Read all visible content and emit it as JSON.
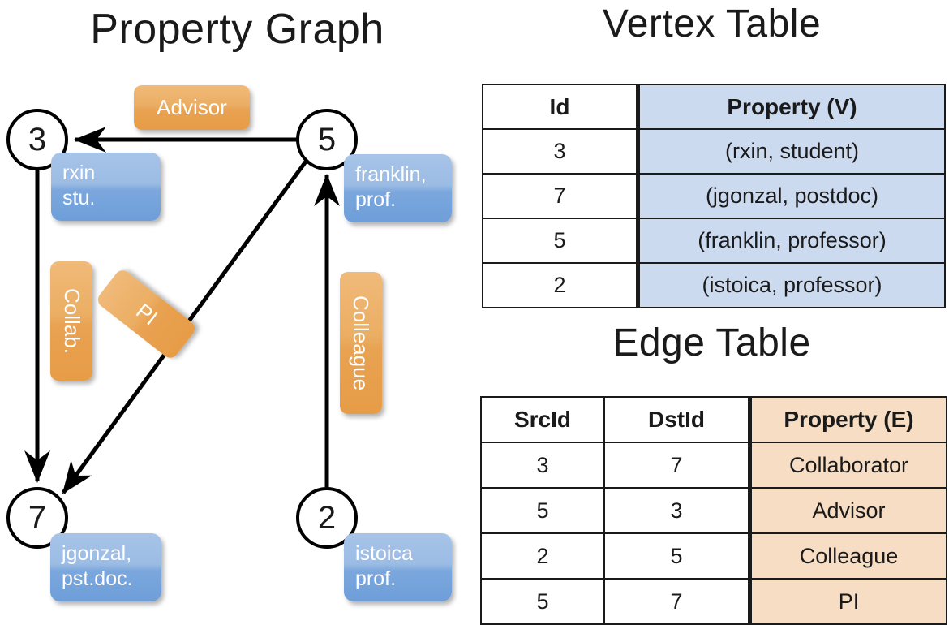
{
  "titles": {
    "property_graph": "Property Graph",
    "vertex_table": "Vertex Table",
    "edge_table": "Edge Table"
  },
  "graph": {
    "nodes": [
      {
        "id": "3",
        "property_label": "rxin\nstu."
      },
      {
        "id": "5",
        "property_label": "franklin,\nprof."
      },
      {
        "id": "7",
        "property_label": "jgonzal,\npst.doc."
      },
      {
        "id": "2",
        "property_label": "istoica\nprof."
      }
    ],
    "node_ids": {
      "n3": "3",
      "n5": "5",
      "n7": "7",
      "n2": "2"
    },
    "vertex_props": {
      "rxin_line1": "rxin",
      "rxin_line2": "stu.",
      "franklin_line1": "franklin,",
      "franklin_line2": "prof.",
      "jgonzal_line1": "jgonzal,",
      "jgonzal_line2": "pst.doc.",
      "istoica_line1": "istoica",
      "istoica_line2": "prof."
    },
    "edge_labels": {
      "advisor": "Advisor",
      "collab": "Collab.",
      "pi": "PI",
      "colleague": "Colleague"
    },
    "edges": [
      {
        "from": "5",
        "to": "3",
        "label": "Advisor"
      },
      {
        "from": "3",
        "to": "7",
        "label": "Collab."
      },
      {
        "from": "5",
        "to": "7",
        "label": "PI"
      },
      {
        "from": "2",
        "to": "5",
        "label": "Colleague"
      }
    ]
  },
  "vertex_table": {
    "headers": [
      "Id",
      "Property (V)"
    ],
    "rows": [
      {
        "id": "3",
        "property": "(rxin, student)"
      },
      {
        "id": "7",
        "property": "(jgonzal, postdoc)"
      },
      {
        "id": "5",
        "property": "(franklin, professor)"
      },
      {
        "id": "2",
        "property": "(istoica, professor)"
      }
    ]
  },
  "edge_table": {
    "headers": [
      "SrcId",
      "DstId",
      "Property (E)"
    ],
    "rows": [
      {
        "src": "3",
        "dst": "7",
        "property": "Collaborator"
      },
      {
        "src": "5",
        "dst": "3",
        "property": "Advisor"
      },
      {
        "src": "2",
        "dst": "5",
        "property": "Colleague"
      },
      {
        "src": "5",
        "dst": "7",
        "property": "PI"
      }
    ]
  },
  "colors": {
    "vertex_box": "#8cb3e0",
    "edge_label_box": "#e8a251",
    "vertex_table_fill": "#ccdaf0",
    "edge_table_fill": "#f7ddc3",
    "stroke": "#000000"
  }
}
